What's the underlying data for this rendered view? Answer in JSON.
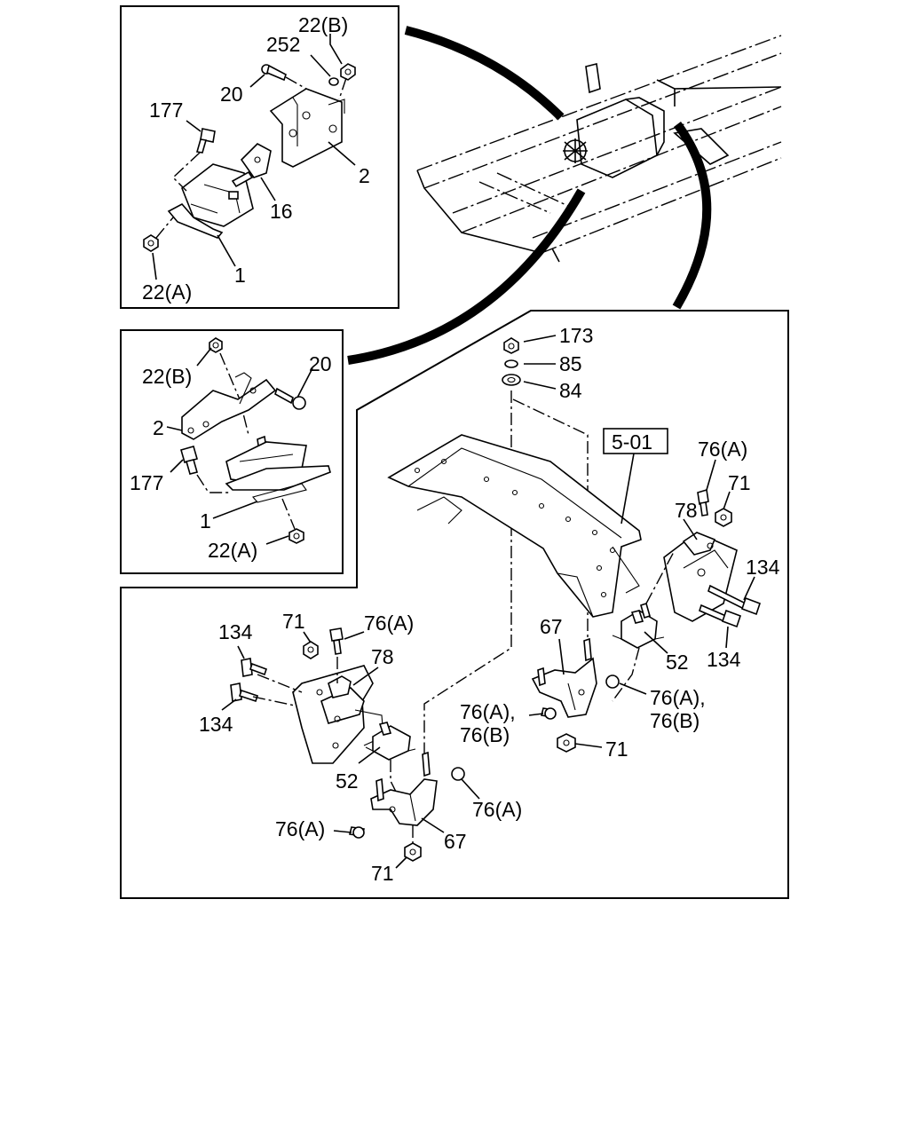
{
  "section_tag": "5-01",
  "inset_top_labels": {
    "l22b": "22(B)",
    "l252": "252",
    "l20": "20",
    "l177": "177",
    "l2": "2",
    "l16": "16",
    "l1": "1",
    "l22a": "22(A)"
  },
  "inset_mid_labels": {
    "l22b": "22(B)",
    "l20": "20",
    "l2": "2",
    "l177": "177",
    "l1": "1",
    "l22a": "22(A)"
  },
  "main_labels": {
    "l173": "173",
    "l85": "85",
    "l84": "84",
    "r76a_top": "76(A)",
    "r71_top": "71",
    "r78": "78",
    "r134_top": "134",
    "r134_bot": "134",
    "r52": "52",
    "r67": "67",
    "r76ab_line1": "76(A),",
    "r76ab_line2": "76(B)",
    "c76ab_line1": "76(A),",
    "c76ab_line2": "76(B)",
    "c71": "71",
    "l134_top": "134",
    "l71": "71",
    "l76a_top": "76(A)",
    "l78": "78",
    "l134_bot": "134",
    "l52": "52",
    "l76a_right": "76(A)",
    "l76a_left": "76(A)",
    "l67": "67",
    "l71_bot": "71"
  }
}
